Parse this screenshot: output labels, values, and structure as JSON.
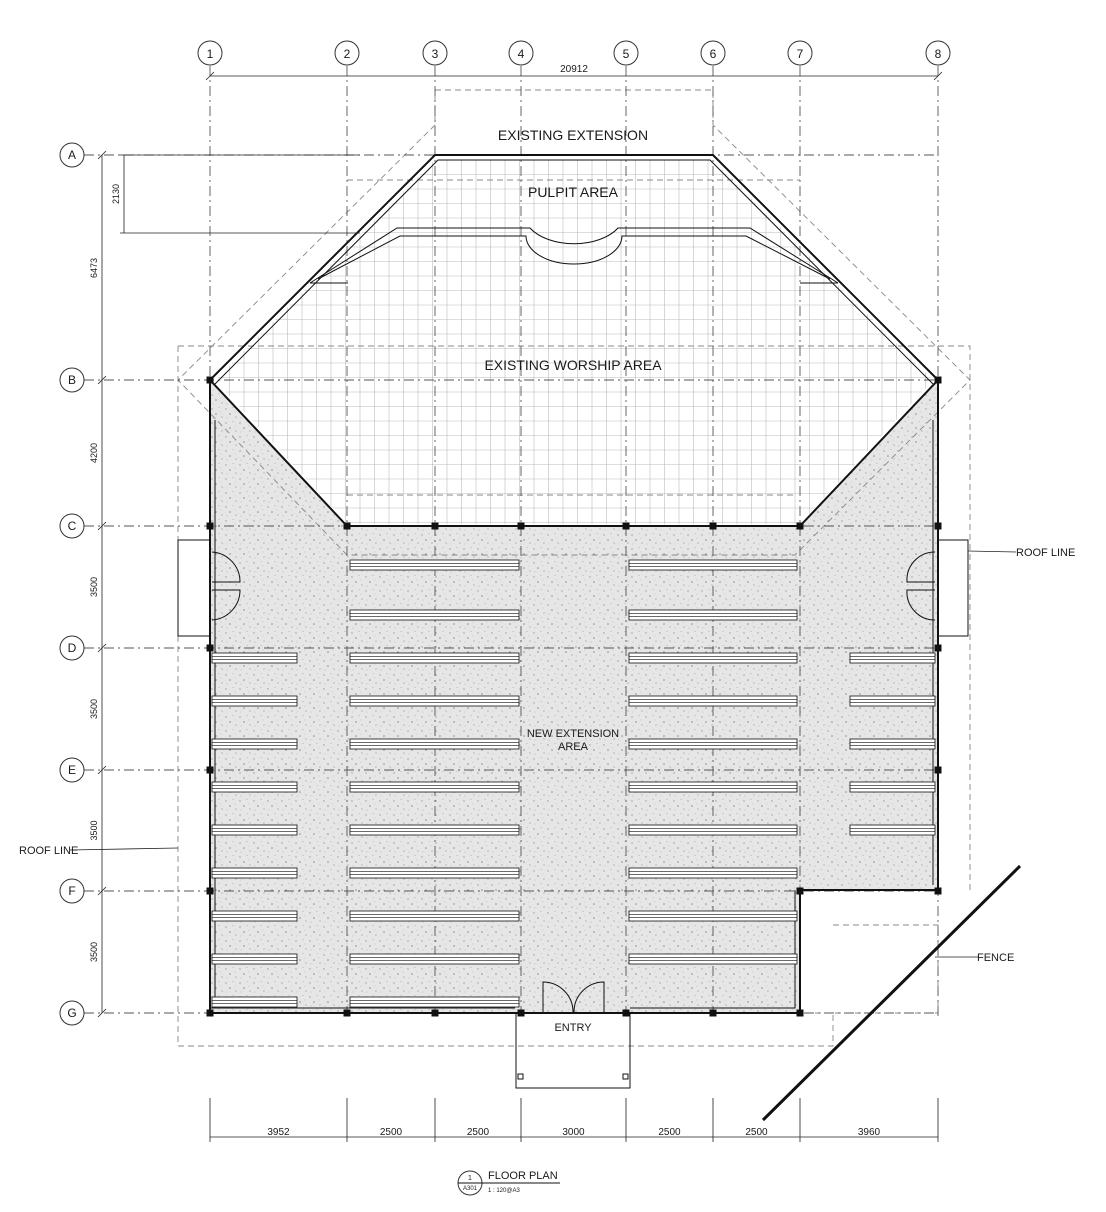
{
  "grid_columns": [
    "1",
    "2",
    "3",
    "4",
    "5",
    "6",
    "7",
    "8"
  ],
  "grid_rows": [
    "A",
    "B",
    "C",
    "D",
    "E",
    "F",
    "G"
  ],
  "dimensions": {
    "overall_width": "20912",
    "bottom": [
      "3952",
      "2500",
      "2500",
      "3000",
      "2500",
      "2500",
      "3960"
    ],
    "left_pulpit": "2130",
    "left_overall_upper": "6473",
    "left_rows": [
      "4200",
      "3500",
      "3500",
      "3500",
      "3500"
    ]
  },
  "labels": {
    "existing_extension": "EXISTING EXTENSION",
    "pulpit_area": "PULPIT AREA",
    "existing_worship_area": "EXISTING WORSHIP AREA",
    "new_extension_line1": "NEW EXTENSION",
    "new_extension_line2": "AREA",
    "entry": "ENTRY",
    "roof_line_right": "ROOF LINE",
    "roof_line_left": "ROOF LINE",
    "fence": "FENCE"
  },
  "title_block": {
    "number": "1",
    "sheet": "A301",
    "title": "FLOOR PLAN",
    "scale": "1 : 120@A3"
  }
}
